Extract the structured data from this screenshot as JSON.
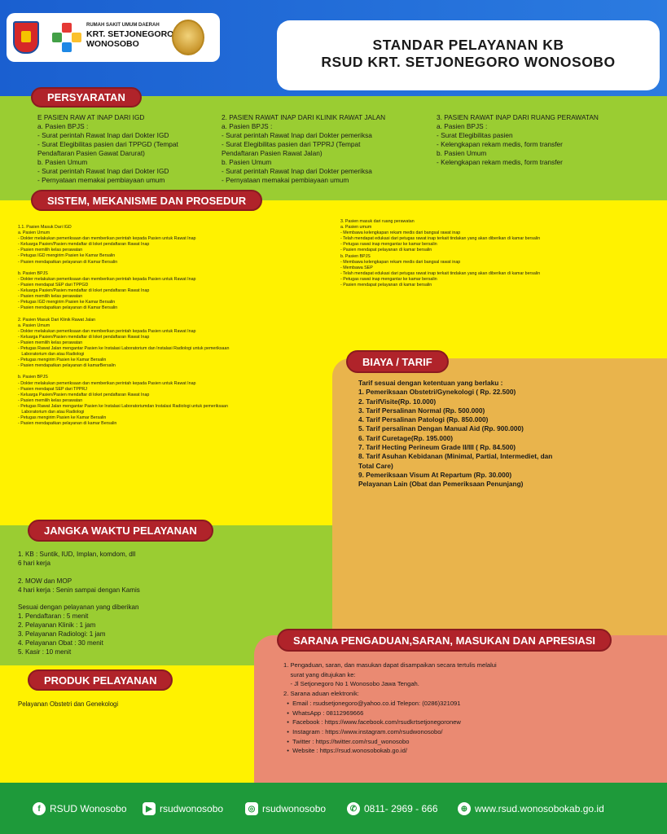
{
  "header": {
    "hospital_small": "RUMAH SAKIT UMUM DAERAH",
    "hospital_name_1": "KRT. SETJONEGORO",
    "hospital_name_2": "WONOSOBO",
    "title_line1": "STANDAR PELAYANAN KB",
    "title_line2": "RSUD KRT. SETJONEGORO WONOSOBO"
  },
  "sections": {
    "persyaratan": "PERSYARATAN",
    "sistem": "SISTEM, MEKANISME DAN PROSEDUR",
    "biaya": "BIAYA / TARIF",
    "jangka": "JANGKA WAKTU PELAYANAN",
    "produk": "PRODUK PELAYANAN",
    "sarana": "SARANA PENGADUAN,SARAN, MASUKAN DAN APRESIASI"
  },
  "persyaratan": {
    "col1": "E PASIEN RAW AT INAP DARI IGD\na. Pasien BPJS :\n- Surat perintah Rawat Inap dari Dokter IGD\n- Surat Elegibilitas pasien dari TPPGD (Tempat\nPendaftaran Pasien Gawat Darurat)\nb. Pasien Umum\n- Surat perintah Rawat Inap dari Dokter IGD\n- Pernyataan memakai pembiayaan umum",
    "col2": "2. PASIEN RAWAT INAP DARI KLINIK RAWAT JALAN\na. Pasien BPJS :\n- Surat perintah Rawat Inap dari Dokter pemeriksa\n- Surat Elegibilitas pasien dari TPPRJ (Tempat\nPendaftaran Pasien Rawat Jalan)\nb. Pasien Umum\n- Surat perintah Rawat Inap dari Dokter pemeriksa\n- Pernyataan memakai pembiayaan umum",
    "col3": "3. PASIEN RAWAT INAP DARI RUANG PERAWATAN\na. Pasien BPJS :\n- Surat Elegibilitas pasien\n- Kelengkapan rekam medis, form transfer\nb. Pasien Umum\n- Kelengkapan rekam medis, form transfer"
  },
  "prosedur": {
    "col1": "1.1. Pasien Masuk Dari IGD\na. Pasien Umum\n- Dokter melakukan pemeriksaan dan memberikan perintah kepada Pasien untuk Rawat Inap\n- Keluarga Pasien/Pasien mendaftar di loket pendaftaran Rawat Inap\n- Pasien memilih kelas perawatan\n- Petugas IGD mengirim Pasien ke Kamar Bersalin\n- Pasien mendapatkan pelayanan di Kamar Bersalin\n\nb. Pasien BPJS\n- Dokter melakukan pemeriksaan dan memberikan perintah kepada Pasien untuk Rawat Inap\n- Pasien mendapat SEP dari TPPGD\n- Keluarga Pasien/Pasien mendaftar di loket pendaftaran Rawat Inap\n- Pasien memilih kelas perawatan\n- Petugas IGD mengirim Pasien ke Kamar Bersalin\n- Pasien mendapatkan pelayanan di Kamar Bersalin\n\n2. Pasien Masuk Dari Klinik Rawat Jalan\na. Pasien Umum\n- Dokter melakukan pemeriksaan dan memberikan perintah kepada Pasien untuk Rawat Inap\n- Keluarga Pasien/Pasien mendaftar di loket pendaftaran Rawat Inap\n- Pasien memilih kelas perawatan\n- Petugas Rawat Jalan mengantar Pasien ke Instalasi Laboratorium dan Instalasi Radiologi untuk pemeriksaan\n   Laboratorium dan atau Radiologi\n- Petugas mengirim Pasien ke Kamar Bersalin\n- Pasien mendapatkan pelayanan di kamarBersalin\n\nb. Pasien BPJS\n- Dokter melakukan pemeriksaan dan memberikan perintah kepada Pasien untuk Rawat Inap\n- Pasien mendapat SEP dari TPPRJ\n- Keluarga Pasien/Pasien mendaftar di loket pendaftaran Rawat Inap\n- Pasien memilih kelas perawatan\n- Petugas Rawat Jalan mengantar Pasien ke Instalasi Laboratoriumdan Instalasi Radiologi untuk pemeriksaan\n   Laboratorium dan atau Radiologi\n- Petugas mengirim Pasien ke Kamar Bersalin\n- Pasien mendapatkan pelayanan di kamar Bersalin",
    "col3": "3. Pasien masuk dari ruang perawatan\na. Pasien umum\n- Membawa kelengkapan rekam medis dari bangsal rawat inap\n- Telah mendapat edukasi dari petugas rawat inap terkait tindakan yang akan diberikan di kamar bersalin\n- Petugas rawat inap mengantar ke kamar bersalin\n- Pasien mendapat pelayanan di kamar bersalin\nb. Pasien BPJS\n- Membawa kelengkapan rekam medis dari bangsal rawat inap\n- Membawa SEP\n- Telah mendapat edukasi dari petugas rawat inap terkait tindakan yang akan diberikan di kamar bersalin\n- Petugas rawat inap mengantar ke kamar bersalin\n- Pasien mendapat pelayanan di kamar bersalin"
  },
  "tarif": "Tarif sesuai dengan ketentuan yang berlaku :\n1. Pemeriksaan Obstetri/Gynekologi ( Rp. 22.500)\n2. TarifVisite(Rp. 10.000)\n3. Tarif Persalinan Normal (Rp. 500.000)\n4. Tarif Persalinan Patologi (Rp. 850.000)\n5. Tarif persalinan Dengan Manual Aid (Rp. 900.000)\n6. Tarif Curetage(Rp. 195.000)\n7. Tarif Hecting Perineum Grade II/III ( Rp. 84.500)\n8. Tarif Asuhan Kebidanan (Minimal, Partial, Intermediet, dan\nTotal Care)\n9. Pemeriksaan Visum At Repartum (Rp. 30.000)\nPelayanan Lain (Obat dan Pemeriksaan Penunjang)",
  "jangka": "1. KB : Suntik, IUD, Implan, komdom, dll\n6 hari kerja\n\n2. MOW dan MOP\n4 hari kerja : Senin sampai dengan Kamis\n\nSesuai dengan pelayanan yang diberikan\n1. Pendaftaran : 5 menit\n2. Pelayanan Klinik : 1 jam\n3. Pelayanan Radiologi: 1 jam\n4. Pelayanan Obat : 30 menit\n5. Kasir : 10 menit",
  "produk": "Pelayanan Obstetri dan Genekologi",
  "sarana": "1. Pengaduan, saran, dan masukan dapat disampaikan secara tertulis melalui\n    surat yang ditujukan ke:\n    - Jl Setjonegoro No 1 Wonosobo Jawa Tengah.\n2. Sarana aduan elektronik:\n  •  Email : rsudsetjonegoro@yahoo.co.id Telepon: (0286)321091\n  •  WhatsApp : 08112969666\n  •  Facebook : https://www.facebook.com/rsudkrtsetjonegoronew\n  •  Instagram : https://www.instagram.com/rsudwonosobo/\n  •  Twitter : https://twitter.com/rsud_wonosobo\n  •  Website : https://rsud.wonosobokab.go.id/",
  "footer": {
    "facebook": "RSUD Wonosobo",
    "youtube": "rsudwonosobo",
    "instagram": "rsudwonosobo",
    "whatsapp": "0811- 2969 - 666",
    "website": "www.rsud.wonosobokab.go.id"
  },
  "colors": {
    "blue": "#1a5fd0",
    "green": "#9acd32",
    "yellow": "#fff200",
    "orange": "#e9b44c",
    "salmon": "#ea8a72",
    "footer_green": "#1e9a3a",
    "pill_red": "#b0232a"
  }
}
